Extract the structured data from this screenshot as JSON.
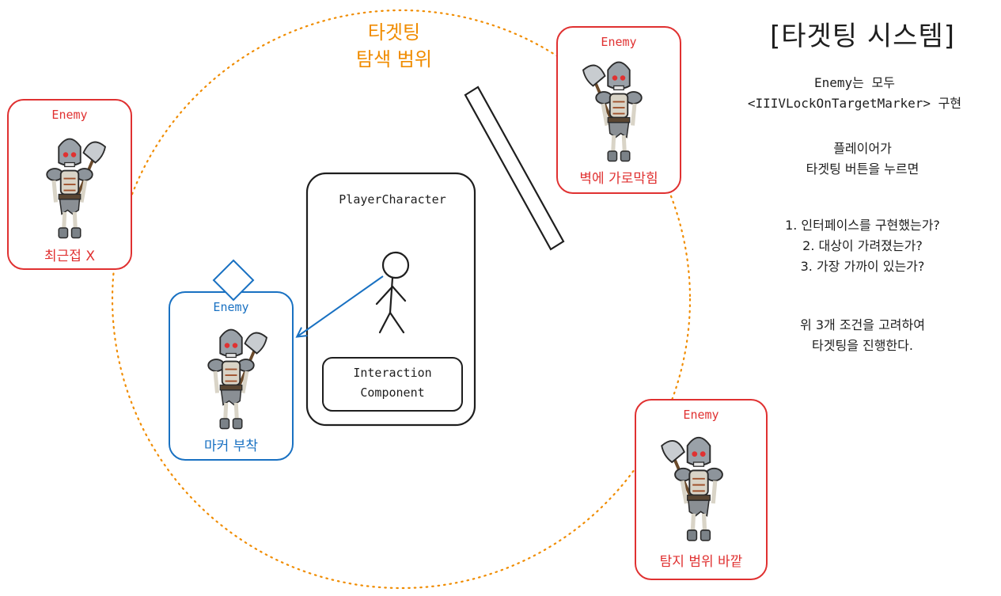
{
  "diagram": {
    "range_label_line1": "타겟팅",
    "range_label_line2": "탐색 범위",
    "title": "[타겟팅 시스템]",
    "player": {
      "label": "PlayerCharacter",
      "component_line1": "Interaction",
      "component_line2": "Component"
    },
    "enemies": [
      {
        "title": "Enemy",
        "caption": "최근접 X"
      },
      {
        "title": "Enemy",
        "caption": "마커 부착"
      },
      {
        "title": "Enemy",
        "caption": "벽에 가로막힘"
      },
      {
        "title": "Enemy",
        "caption": "탐지 범위 바깥"
      }
    ],
    "notes": {
      "line1": "Enemy는 모두",
      "line2": "<IIIVLockOnTargetMarker> 구현",
      "line3": "플레이어가",
      "line4": "타겟팅 버튼을 누르면",
      "cond1": "1. 인터페이스를 구현했는가?",
      "cond2": "2. 대상이 가려졌는가?",
      "cond3": "3. 가장 가까이 있는가?",
      "line5": "위 3개 조건을 고려하여",
      "line6": "타겟팅을 진행한다."
    },
    "colors": {
      "range": "#f08c00",
      "out_of_range": "#e03131",
      "marked": "#1971c2",
      "stroke": "#1e1e1e"
    }
  }
}
